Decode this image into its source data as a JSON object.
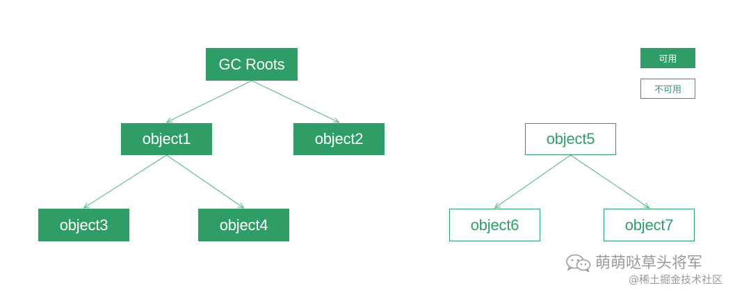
{
  "colors": {
    "accent": "#2e9e66",
    "edge": "#5cb88a",
    "watermark": "#9a9a9a"
  },
  "nodes": {
    "gc_roots": {
      "label": "GC Roots",
      "available": true
    },
    "object1": {
      "label": "object1",
      "available": true
    },
    "object2": {
      "label": "object2",
      "available": true
    },
    "object3": {
      "label": "object3",
      "available": true
    },
    "object4": {
      "label": "object4",
      "available": true
    },
    "object5": {
      "label": "object5",
      "available": false
    },
    "object6": {
      "label": "object6",
      "available": false
    },
    "object7": {
      "label": "object7",
      "available": false
    }
  },
  "edges": [
    {
      "from": "gc_roots",
      "to": "object1"
    },
    {
      "from": "gc_roots",
      "to": "object2"
    },
    {
      "from": "object1",
      "to": "object3"
    },
    {
      "from": "object1",
      "to": "object4"
    },
    {
      "from": "object5",
      "to": "object6"
    },
    {
      "from": "object5",
      "to": "object7"
    }
  ],
  "legend": {
    "available": "可用",
    "unavailable": "不可用"
  },
  "watermark": {
    "line1": "萌萌哒草头将军",
    "line2": "@稀土掘金技术社区",
    "icon": "wechat-icon"
  }
}
